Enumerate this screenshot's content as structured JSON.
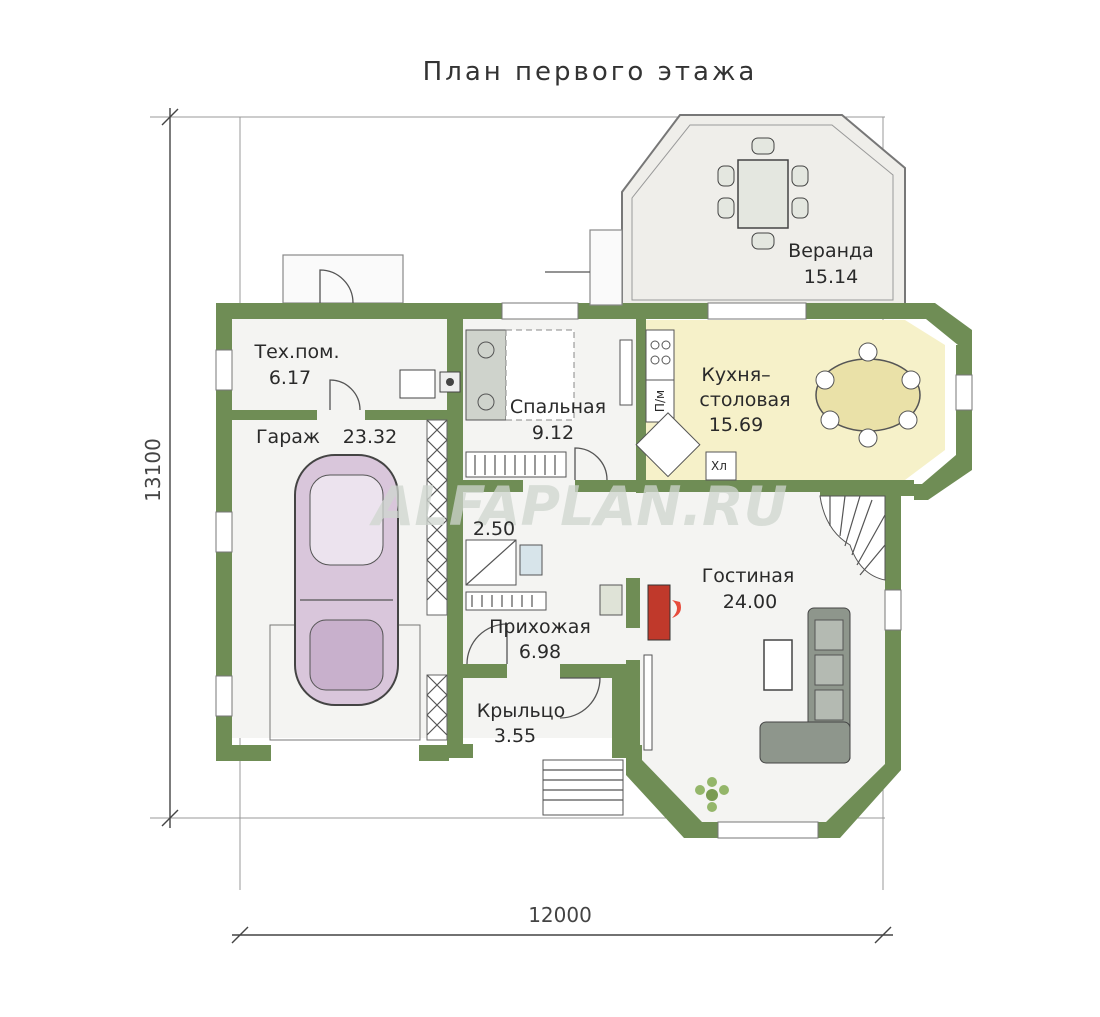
{
  "title": "План первого этажа",
  "watermark": "ALFAPLAN.RU",
  "dimensions": {
    "width": "12000",
    "height": "13100"
  },
  "rooms": [
    {
      "id": "tech",
      "name": "Тех.пом.",
      "area": "6.17"
    },
    {
      "id": "garage",
      "name": "Гараж",
      "area": "23.32"
    },
    {
      "id": "bedroom",
      "name": "Спальная",
      "area": "9.12"
    },
    {
      "id": "kitchen",
      "name": "Кухня–",
      "name2": "столовая",
      "area": "15.69"
    },
    {
      "id": "veranda",
      "name": "Веранда",
      "area": "15.14"
    },
    {
      "id": "bath",
      "name": "",
      "area": "2.50"
    },
    {
      "id": "hall",
      "name": "Прихожая",
      "area": "6.98"
    },
    {
      "id": "living",
      "name": "Гостиная",
      "area": "24.00"
    },
    {
      "id": "porch",
      "name": "Крыльцо",
      "area": "3.55"
    }
  ],
  "fixtures": {
    "fridge": "Хл",
    "dishwasher": "П/м"
  },
  "colors": {
    "wall": "#6f8d55",
    "veranda": "#efeeea",
    "kitchen": "#f6f1c9",
    "floor": "#f4f4f2",
    "sofa": "#8e968c",
    "car": "#d9c6db"
  }
}
